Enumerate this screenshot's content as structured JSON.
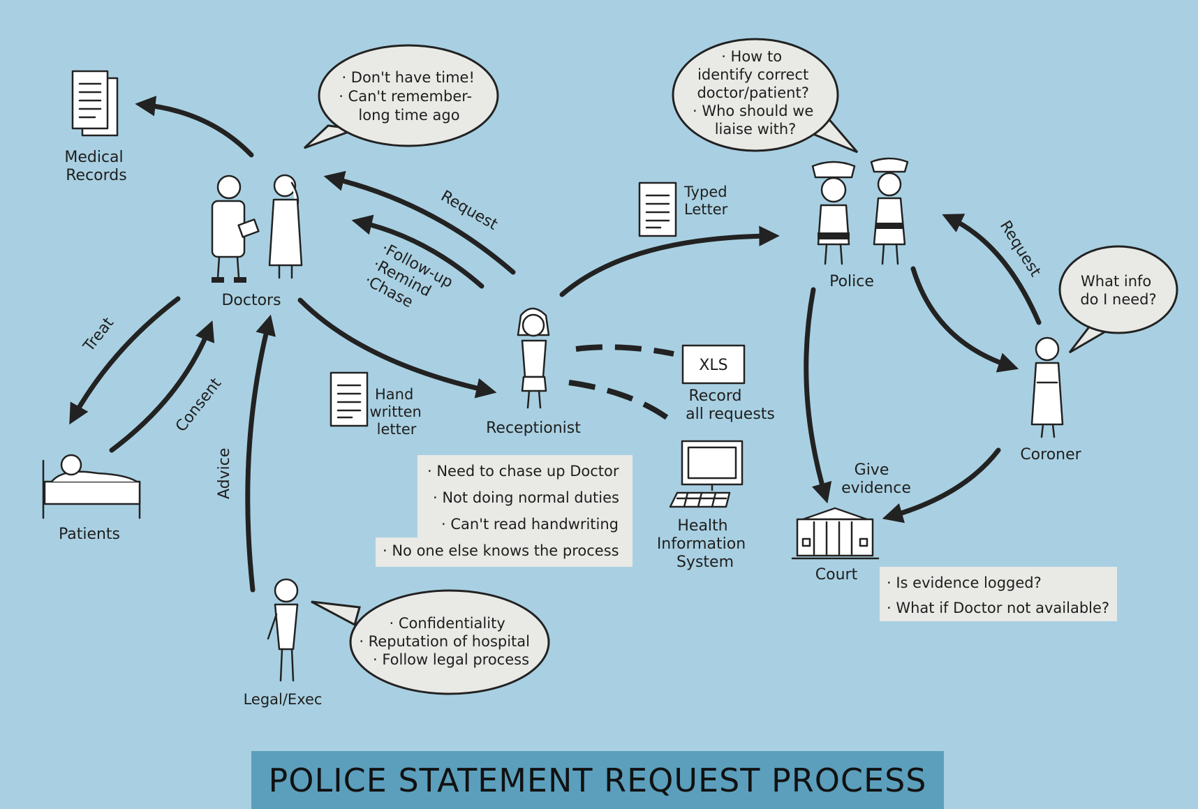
{
  "title": "POLICE STATEMENT REQUEST PROCESS",
  "actors": {
    "medical_records": [
      "Medical",
      "Records"
    ],
    "doctors": "Doctors",
    "patients": "Patients",
    "legal_exec": "Legal/Exec",
    "receptionist": "Receptionist",
    "police": "Police",
    "coroner": "Coroner",
    "court": "Court",
    "his": [
      "Health",
      "Information",
      "System"
    ],
    "xls_record": [
      "Record",
      "all requests"
    ],
    "xls_icon": "XLS",
    "typed_letter": [
      "Typed",
      "Letter"
    ],
    "hand_letter": [
      "Hand",
      "written",
      "letter"
    ]
  },
  "edges": {
    "treat": "Treat",
    "consent": "Consent",
    "advice": "Advice",
    "request_doctors": "Request",
    "followup": [
      "·Follow-up",
      "·Remind",
      "·Chase"
    ],
    "request_police": "Request",
    "give_evidence": [
      "Give",
      "evidence"
    ]
  },
  "bubbles": {
    "doctors": [
      "· Don't have time!",
      "· Can't remember-",
      "long time ago"
    ],
    "police": [
      "· How to",
      "identify correct",
      "doctor/patient?",
      "· Who should we",
      "liaise with?"
    ],
    "coroner": [
      "What info",
      "do I need?"
    ],
    "legal": [
      "· Confidentiality",
      "· Reputation of hospital",
      "· Follow legal process"
    ]
  },
  "notes": {
    "receptionist": [
      "· Need to chase up Doctor",
      "· Not doing normal duties",
      "· Can't read handwriting",
      "· No one else knows the process"
    ],
    "court": [
      "· Is evidence logged?",
      "· What if Doctor not available?"
    ]
  }
}
